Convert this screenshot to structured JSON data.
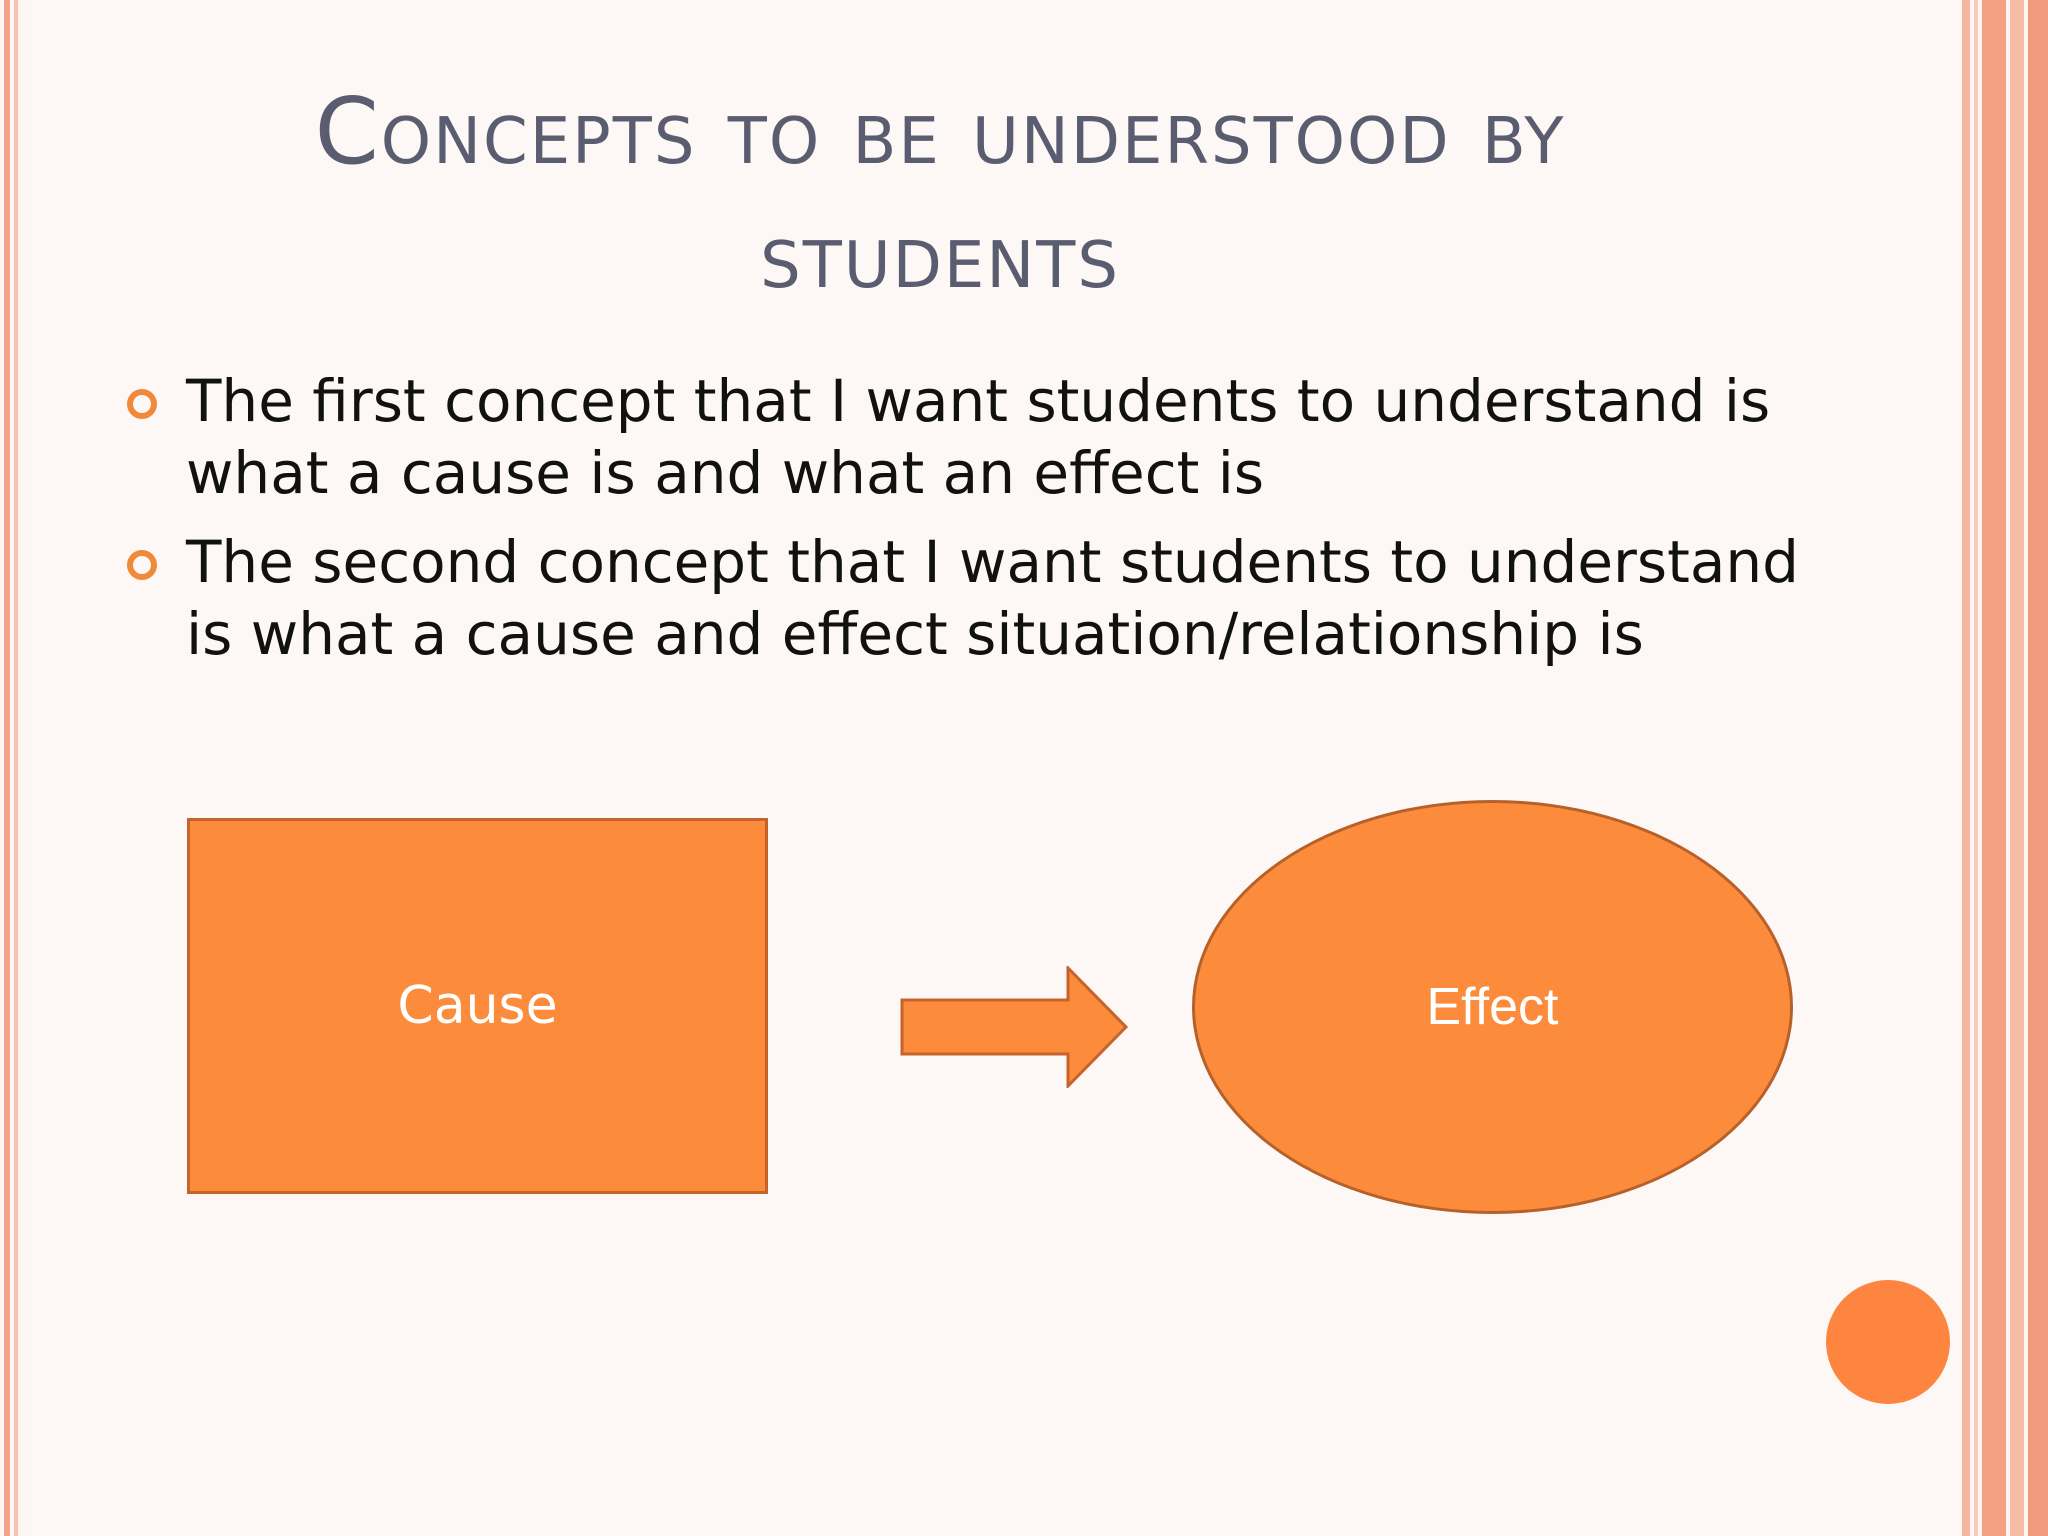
{
  "slide": {
    "title": "Concepts to be understood by students",
    "bullets": [
      "The first concept that I want students to understand is what a cause is and what an effect is",
      "The second concept that I want students to understand is what a cause and effect situation/relationship is"
    ],
    "diagram": {
      "cause_label": "Cause",
      "effect_label": "Effect"
    }
  },
  "colors": {
    "accent": "#fc8b3c",
    "title": "#5a5d70",
    "bullet_icon": "#f08a3b",
    "border": "#f4a48a"
  }
}
